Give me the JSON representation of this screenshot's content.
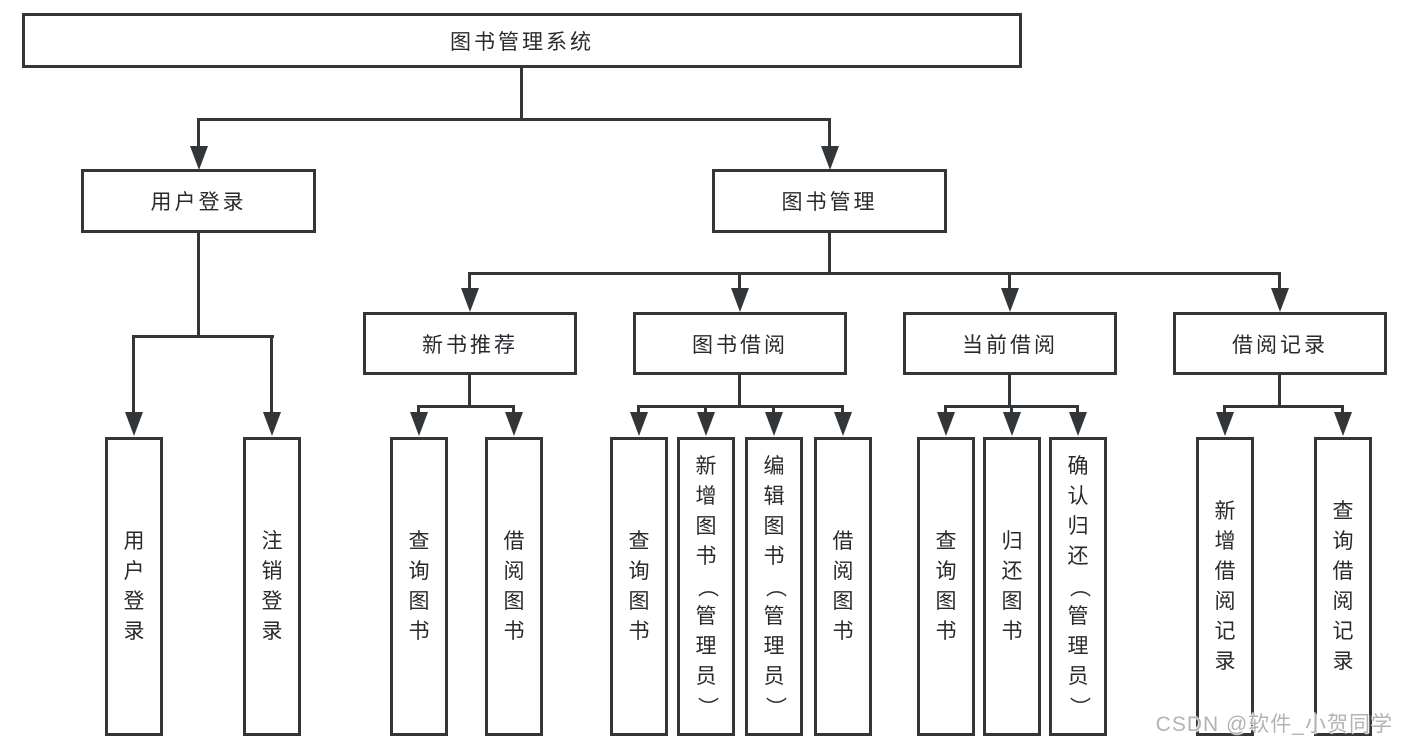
{
  "chart": {
    "root": {
      "label": "图书管理系统"
    },
    "user_login": {
      "label": "用户登录",
      "children": [
        {
          "label": "用户登录"
        },
        {
          "label": "注销登录"
        }
      ]
    },
    "book_mgmt": {
      "label": "图书管理",
      "sections": [
        {
          "label": "新书推荐",
          "children": [
            {
              "label": "查询图书"
            },
            {
              "label": "借阅图书"
            }
          ]
        },
        {
          "label": "图书借阅",
          "children": [
            {
              "label": "查询图书"
            },
            {
              "label": "新增图书（管理员）"
            },
            {
              "label": "编辑图书（管理员）"
            },
            {
              "label": "借阅图书"
            }
          ]
        },
        {
          "label": "当前借阅",
          "children": [
            {
              "label": "查询图书"
            },
            {
              "label": "归还图书"
            },
            {
              "label": "确认归还（管理员）"
            }
          ]
        },
        {
          "label": "借阅记录",
          "children": [
            {
              "label": "新增借阅记录"
            },
            {
              "label": "查询借阅记录"
            }
          ]
        }
      ]
    }
  },
  "watermark": "CSDN @软件_小贺同学",
  "colors": {
    "line": "#333639",
    "text": "#2a2a2e",
    "watermark": "#b3b3b3",
    "background": "#ffffff"
  }
}
